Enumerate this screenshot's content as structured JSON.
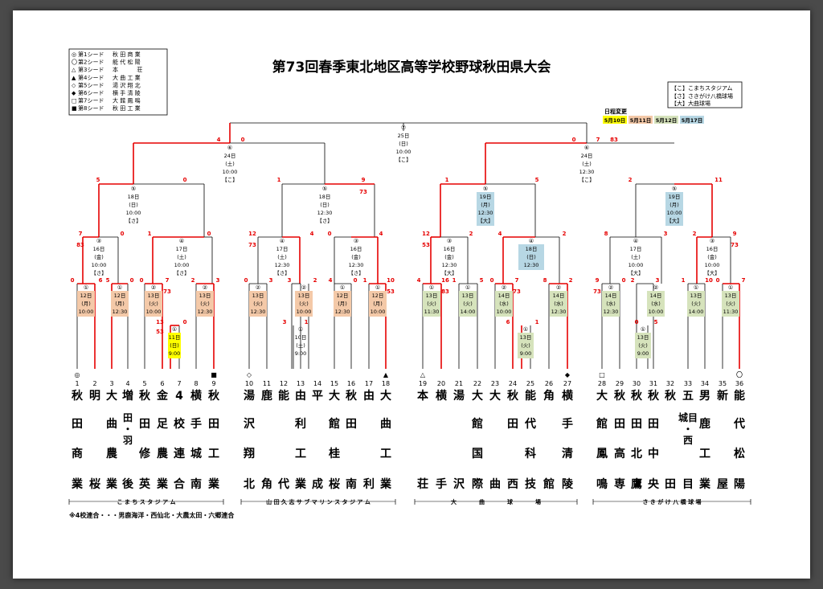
{
  "title": "第73回春季東北地区高等学校野球秋田県大会",
  "seeds": [
    {
      "mark": "◎",
      "label": "第1シード",
      "school": "秋 田 商 業"
    },
    {
      "mark": "〇",
      "label": "第2シード",
      "school": "能 代 松 陽"
    },
    {
      "mark": "△",
      "label": "第3シード",
      "school": "本　　　 荘"
    },
    {
      "mark": "▲",
      "label": "第4シード",
      "school": "大 曲 工 業"
    },
    {
      "mark": "◇",
      "label": "第5シード",
      "school": "湯 沢 翔 北"
    },
    {
      "mark": "◆",
      "label": "第6シード",
      "school": "横 手 清 陵"
    },
    {
      "mark": "□",
      "label": "第7シード",
      "school": "大 館 鳳 鳴"
    },
    {
      "mark": "■",
      "label": "第8シード",
      "school": "秋 田 工 業"
    }
  ],
  "venue_legend": [
    "【こ】こまちスタジアム",
    "【さ】さきがけ八橋球場",
    "【大】大曲球場"
  ],
  "schedule_change": {
    "title": "日程変更",
    "items": [
      {
        "label": "5月10日",
        "color": "#ffff00"
      },
      {
        "label": "5月11日",
        "color": "#f4c9a8"
      },
      {
        "label": "5月12日",
        "color": "#d6e3bc"
      },
      {
        "label": "5月17日",
        "color": "#b7d7e4"
      }
    ]
  },
  "colors": {
    "win": "#e60000",
    "line": "#000000",
    "score": "#e60000"
  },
  "teams": [
    {
      "no": "1",
      "mark": "◎",
      "name": [
        "秋",
        "田",
        "商",
        "業"
      ]
    },
    {
      "no": "2",
      "mark": "",
      "name": [
        "明",
        "",
        "",
        "桜"
      ]
    },
    {
      "no": "3",
      "mark": "",
      "name": [
        "大",
        "曲",
        "農",
        "業"
      ]
    },
    {
      "no": "4",
      "mark": "",
      "name": [
        "増",
        "田・羽",
        "",
        "後"
      ]
    },
    {
      "no": "5",
      "mark": "",
      "name": [
        "秋",
        "田",
        "修",
        "英"
      ]
    },
    {
      "no": "6",
      "mark": "",
      "name": [
        "金",
        "足",
        "農",
        "業"
      ]
    },
    {
      "no": "7",
      "mark": "",
      "name": [
        "4",
        "校",
        "連",
        "合"
      ]
    },
    {
      "no": "8",
      "mark": "",
      "name": [
        "横",
        "手",
        "城",
        "南"
      ]
    },
    {
      "no": "9",
      "mark": "■",
      "name": [
        "秋",
        "田",
        "工",
        "業"
      ]
    },
    {
      "no": "10",
      "mark": "◇",
      "name": [
        "湯",
        "沢",
        "翔",
        "北"
      ]
    },
    {
      "no": "11",
      "mark": "",
      "name": [
        "鹿",
        "",
        "",
        "角"
      ]
    },
    {
      "no": "12",
      "mark": "",
      "name": [
        "能",
        "",
        "",
        "代"
      ]
    },
    {
      "no": "13",
      "mark": "",
      "name": [
        "由",
        "利",
        "工",
        "業"
      ]
    },
    {
      "no": "14",
      "mark": "",
      "name": [
        "平",
        "",
        "",
        "成"
      ]
    },
    {
      "no": "15",
      "mark": "",
      "name": [
        "大",
        "館",
        "桂",
        "桜"
      ]
    },
    {
      "no": "16",
      "mark": "",
      "name": [
        "秋",
        "田",
        "",
        "南"
      ]
    },
    {
      "no": "17",
      "mark": "",
      "name": [
        "由",
        "",
        "",
        "利"
      ]
    },
    {
      "no": "18",
      "mark": "▲",
      "name": [
        "大",
        "曲",
        "工",
        "業"
      ]
    },
    {
      "no": "19",
      "mark": "△",
      "name": [
        "本",
        "",
        "",
        "荘"
      ]
    },
    {
      "no": "20",
      "mark": "",
      "name": [
        "横",
        "",
        "",
        "手"
      ]
    },
    {
      "no": "21",
      "mark": "",
      "name": [
        "湯",
        "",
        "",
        "沢"
      ]
    },
    {
      "no": "22",
      "mark": "",
      "name": [
        "大",
        "館",
        "国",
        "際"
      ]
    },
    {
      "no": "23",
      "mark": "",
      "name": [
        "大",
        "",
        "",
        "曲"
      ]
    },
    {
      "no": "24",
      "mark": "",
      "name": [
        "秋",
        "田",
        "",
        "西"
      ]
    },
    {
      "no": "25",
      "mark": "",
      "name": [
        "能",
        "代",
        "科",
        "技"
      ]
    },
    {
      "no": "26",
      "mark": "",
      "name": [
        "角",
        "",
        "",
        "館"
      ]
    },
    {
      "no": "27",
      "mark": "◆",
      "name": [
        "横",
        "手",
        "清",
        "陵"
      ]
    },
    {
      "no": "28",
      "mark": "□",
      "name": [
        "大",
        "館",
        "鳳",
        "鳴"
      ]
    },
    {
      "no": "29",
      "mark": "",
      "name": [
        "秋",
        "田",
        "高",
        "専"
      ]
    },
    {
      "no": "30",
      "mark": "",
      "name": [
        "秋",
        "田",
        "北",
        "鷹"
      ]
    },
    {
      "no": "31",
      "mark": "",
      "name": [
        "秋",
        "田",
        "中",
        "央"
      ]
    },
    {
      "no": "32",
      "mark": "",
      "name": [
        "秋",
        "",
        "",
        "田"
      ]
    },
    {
      "no": "33",
      "mark": "",
      "name": [
        "五",
        "城目・西",
        "",
        "目"
      ]
    },
    {
      "no": "34",
      "mark": "",
      "name": [
        "男",
        "鹿",
        "工",
        "業"
      ]
    },
    {
      "no": "35",
      "mark": "",
      "name": [
        "新",
        "",
        "",
        "屋"
      ]
    },
    {
      "no": "36",
      "mark": "〇",
      "name": [
        "能",
        "代",
        "松",
        "陽"
      ]
    }
  ],
  "venue_bars": [
    {
      "label": "こ ま ち ス タ ジ ア ム"
    },
    {
      "label": "山 田 久 志 サ ブ マ リ ン ス タ ジ ア ム"
    },
    {
      "label": "大　　　　曲　　　　球　　　　場"
    },
    {
      "label": "さ き が け 八 橋 球 場"
    }
  ],
  "footnote": "※4校連合・・・男鹿海洋・西仙北・大農太田・六郷連合",
  "games": [
    {
      "id": "g1a",
      "no": "①",
      "date": [
        "12日",
        "(月)",
        "10:00"
      ],
      "scores": [
        "0",
        "6"
      ]
    },
    {
      "id": "g1b",
      "no": "①",
      "date": [
        "12日",
        "(月)",
        "12:30"
      ],
      "scores": [
        "5",
        "0"
      ]
    },
    {
      "id": "g2a",
      "no": "②",
      "date": [
        "13日",
        "(火)",
        "10:00"
      ],
      "scores": [
        "0",
        "7"
      ]
    },
    {
      "id": "g2b",
      "no": "②",
      "date": [
        "13日",
        "(火)",
        "12:30"
      ],
      "scores": [
        "2",
        "3"
      ]
    },
    {
      "id": "g1c",
      "no": "①",
      "date": [
        "11日",
        "(日)",
        "9:00"
      ],
      "scores": [
        "13",
        "0"
      ]
    },
    {
      "id": "g3a",
      "no": "③",
      "date": [
        "16日",
        "(金)",
        "10:00",
        "【さ】"
      ],
      "scores": [
        "7",
        "0"
      ]
    },
    {
      "id": "g4a",
      "no": "④",
      "date": [
        "17日",
        "(土)",
        "10:00",
        "【さ】"
      ],
      "scores": [
        "1",
        "0"
      ]
    },
    {
      "id": "g5a",
      "no": "⑤",
      "date": [
        "18日",
        "(日)",
        "10:00",
        "【さ】"
      ],
      "scores": [
        "5",
        "0"
      ]
    },
    {
      "id": "g6a",
      "no": "⑥",
      "date": [
        "24日",
        "(土)",
        "10:00",
        "【こ】"
      ],
      "scores": [
        "4",
        "0"
      ]
    },
    {
      "id": "g7",
      "no": "⑦",
      "date": [
        "25日",
        "(日)",
        "10:00",
        "【こ】"
      ],
      "scores": [
        "0",
        "7"
      ]
    },
    {
      "id": "g6b",
      "no": "⑥",
      "date": [
        "24日",
        "(土)",
        "12:30",
        "【こ】"
      ],
      "scores": [
        "0",
        "7"
      ]
    }
  ]
}
